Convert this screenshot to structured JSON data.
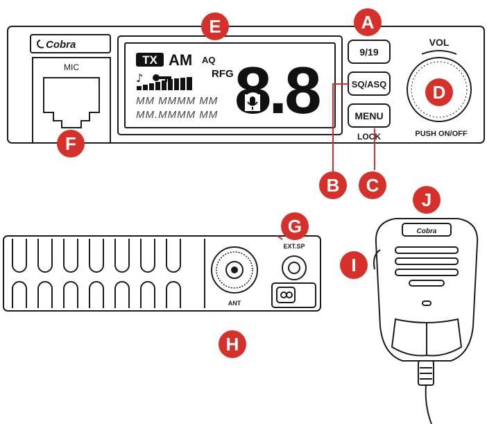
{
  "callouts": {
    "A": "A",
    "B": "B",
    "C": "C",
    "D": "D",
    "E": "E",
    "F": "F",
    "G": "G",
    "H": "H",
    "I": "I",
    "J": "J"
  },
  "front_panel": {
    "brand": "Cobra",
    "mic_label": "MIC",
    "vol_label": "VOL",
    "power_label": "PUSH ON/OFF",
    "buttons": {
      "channel": "9/19",
      "squelch": "SQ/ASQ",
      "menu": "MENU",
      "lock": "LOCK"
    }
  },
  "display": {
    "tx": "TX",
    "mode": "AM",
    "aq": "AQ",
    "rfg": "RFG",
    "channel_digits": "8.8",
    "segment_row_1": "MM MMMM MM",
    "segment_row_2": "MM.MMMM MM"
  },
  "rear_panel": {
    "ext_sp_label": "EXT.SP",
    "ant_label": "ANT"
  },
  "microphone": {
    "brand": "Cobra"
  },
  "colors": {
    "callout": "#d6302b",
    "outline": "#1a1a1a",
    "lcd_segment": "#111111"
  }
}
